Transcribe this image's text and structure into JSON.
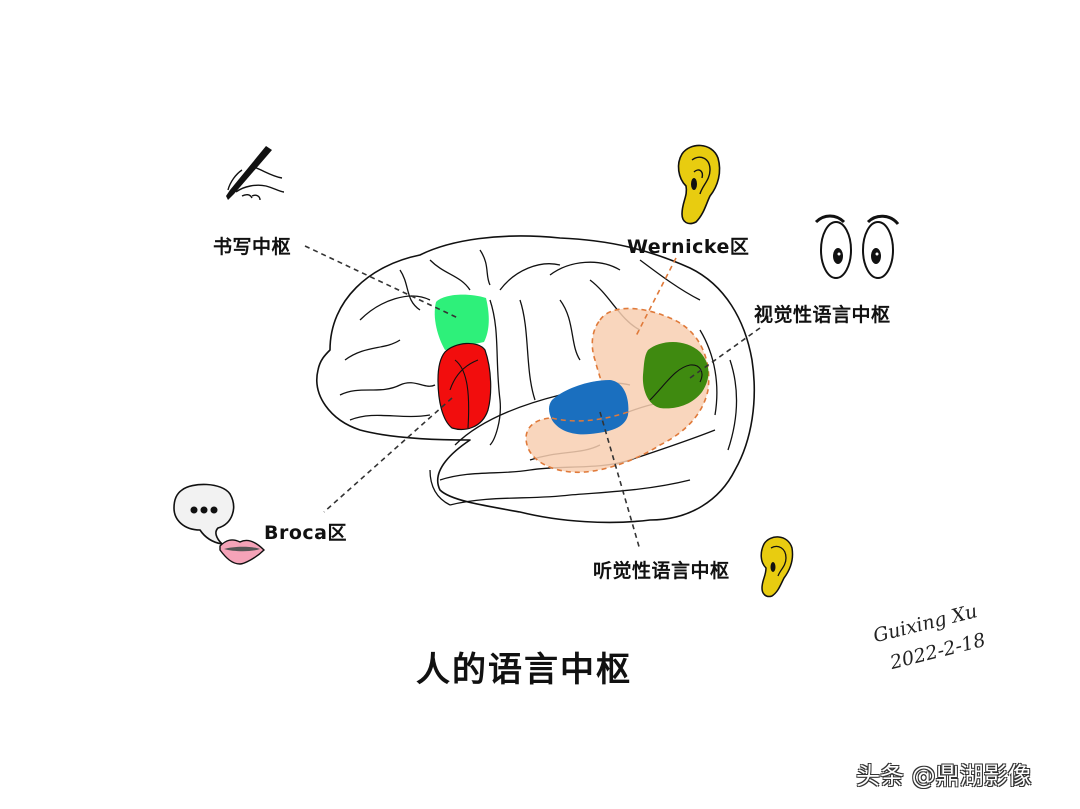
{
  "title": "人的语言中枢",
  "labels": {
    "writing_center": "书写中枢",
    "wernicke_area": "Wernicke区",
    "visual_language_center": "视觉性语言中枢",
    "broca_area": "Broca区",
    "auditory_language_center": "听觉性语言中枢"
  },
  "signature": {
    "name": "Guixing Xu",
    "date": "2022-2-18"
  },
  "watermark": "头条 @鼎湖影像",
  "icons": {
    "writing": "hand-writing-pen-icon",
    "wernicke": "ear-icon",
    "visual": "eyes-icon",
    "broca": "speech-bubble-lips-icon",
    "auditory": "ear-icon"
  },
  "regions": [
    {
      "name": "书写中枢",
      "color": "#2ef07a"
    },
    {
      "name": "Broca区",
      "color": "#f20d0d"
    },
    {
      "name": "听觉性语言中枢",
      "color": "#1a6fbf"
    },
    {
      "name": "视觉性语言中枢",
      "color": "#3f8a10"
    },
    {
      "name": "Wernicke区",
      "color": "#f8cfb2"
    }
  ]
}
